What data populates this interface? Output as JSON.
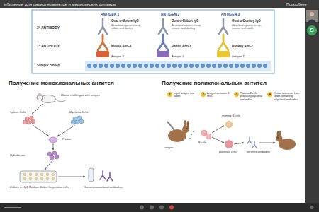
{
  "diagram": {
    "title": "ибиление для радиотерапевтов и медицинских физиков",
    "nodes": [
      {
        "text": [
          "1",
          "Inject antigen into rabbit."
        ]
      },
      {
        "text": [
          "2",
          "Antigen activates B cells."
        ]
      },
      {
        "text": [
          "3",
          "Plasma B cells produce polyclonal antibodies."
        ]
      },
      {
        "text": [
          "4",
          "Obtain antiserum from rabbit containing polyclonal antibodies."
        ]
      },
      {
        "text": [
          "S"
        ]
      }
    ],
    "labels": [
      "Подробнее",
      "ANTIGEN 1",
      "ANTIGEN 2",
      "ANTIGEN 3",
      "2° ANTIBODY",
      "1° ANTIBODY",
      "Goat α-Mouse IgG",
      "Absorbed against sheep, rabbit, and donkey",
      "Goat α-Rabbit IgG",
      "Absorbed against sheep, mouse, and donkey",
      "Goat α-Donkey IgG",
      "Absorbed against sheep, mouse, and rabbit",
      "Mouse Anti-X",
      "Rabbit Anti-Y",
      "Donkey Anti-Z",
      "Antigen X",
      "Antigen Y",
      "Antigen Z",
      "Sample: Sheep",
      "Получение моноклональных антител",
      "Получение поликлональных антител",
      "Mouse challenged with antigen",
      "Spleen Cells",
      "Myeloma Cells",
      "Fusion",
      "Hybridomas",
      "Culture in HAT Medium Select for positive cells",
      "Harvest monoclonal antibodies",
      "antigen",
      "B cells",
      "memory B cells",
      "plasma B cells",
      "secreted antibodies"
    ]
  }
}
